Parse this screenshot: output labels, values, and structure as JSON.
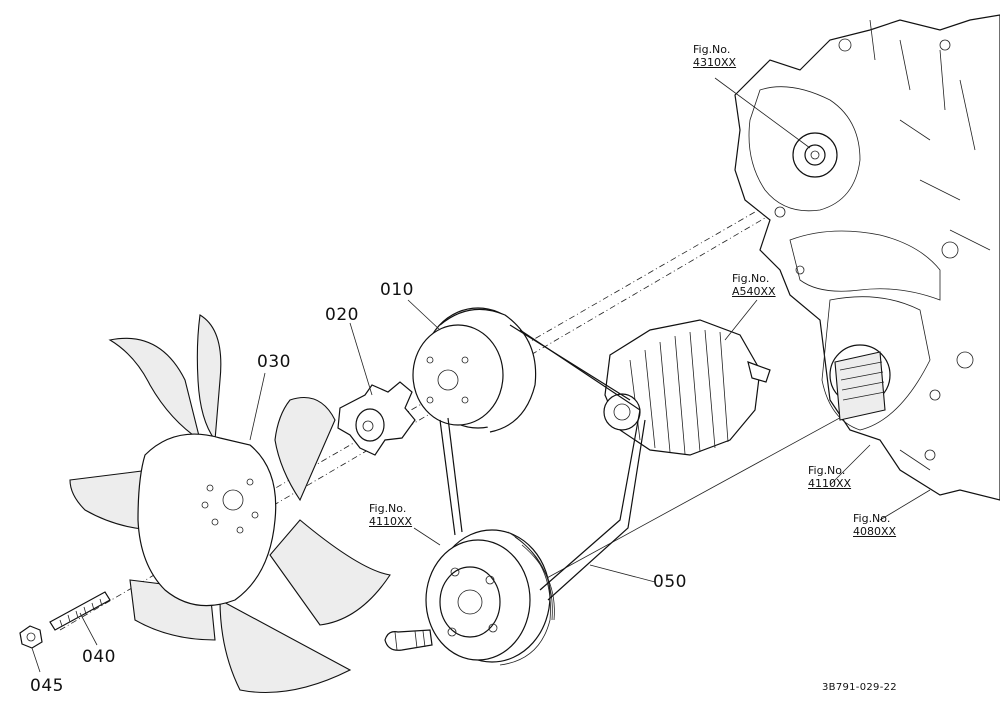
{
  "callouts": {
    "pulley": "010",
    "impeller": "020",
    "fan": "030",
    "bolt": "040",
    "nut": "045",
    "belt": "050"
  },
  "fig_refs": {
    "water_pump": {
      "prefix": "Fig.No.",
      "ref": "4310XX"
    },
    "alternator": {
      "prefix": "Fig.No.",
      "ref": "A540XX"
    },
    "crank_pulley": {
      "prefix": "Fig.No.",
      "ref": "4110XX"
    },
    "crankshaft": {
      "prefix": "Fig.No.",
      "ref": "4110XX"
    },
    "gear_case": {
      "prefix": "Fig.No.",
      "ref": "4080XX"
    }
  },
  "drawing_code": "3B791-029-22"
}
